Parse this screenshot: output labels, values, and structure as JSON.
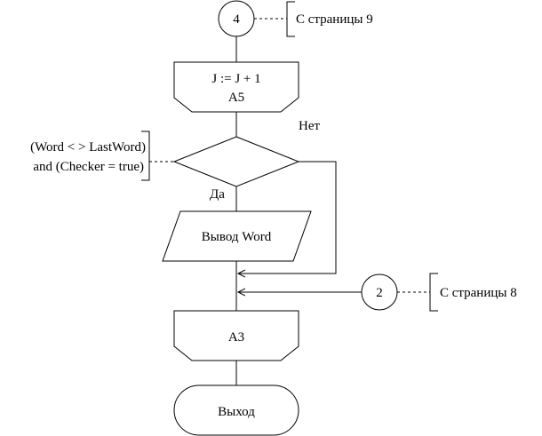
{
  "connectors": {
    "top": {
      "label": "4",
      "comment": "С страницы 9"
    },
    "right": {
      "label": "2",
      "comment": "С страницы 8"
    }
  },
  "loop_end": {
    "line1": "J := J + 1",
    "line2": "A5"
  },
  "decision": {
    "comment_line1": "(Word < > LastWord)",
    "comment_line2": "and (Checker = true)",
    "no_label": "Нет",
    "yes_label": "Да"
  },
  "output": {
    "label": "Вывод Word"
  },
  "loop_start": {
    "label": "A3"
  },
  "terminator": {
    "label": "Выход"
  }
}
